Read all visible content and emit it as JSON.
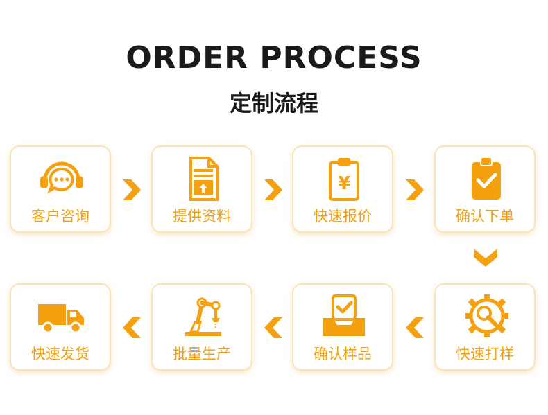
{
  "header": {
    "title": "ORDER PROCESS",
    "subtitle": "定制流程"
  },
  "accent_color": "#f5a00f",
  "steps": [
    {
      "label": "客户咨询",
      "icon": "headset-chat-icon"
    },
    {
      "label": "提供资料",
      "icon": "document-upload-icon"
    },
    {
      "label": "快速报价",
      "icon": "clipboard-yen-icon"
    },
    {
      "label": "确认下单",
      "icon": "clipboard-check-icon"
    },
    {
      "label": "快速打样",
      "icon": "gear-search-icon"
    },
    {
      "label": "确认样品",
      "icon": "tray-check-icon"
    },
    {
      "label": "批量生产",
      "icon": "robot-arm-icon"
    },
    {
      "label": "快速发货",
      "icon": "delivery-truck-icon"
    }
  ]
}
